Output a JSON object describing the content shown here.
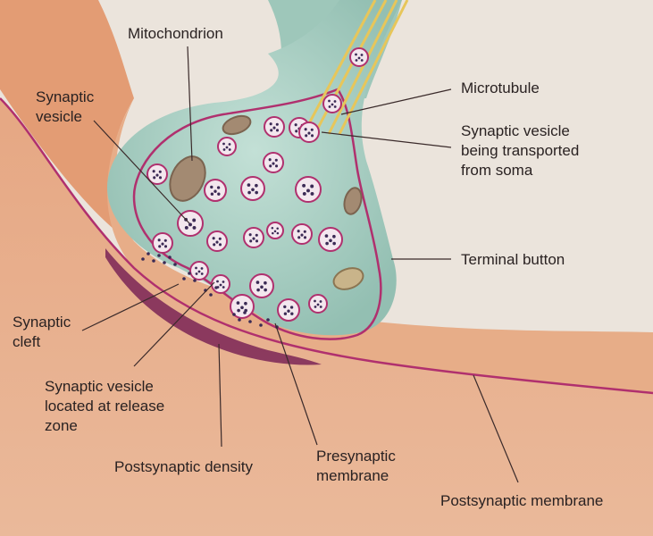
{
  "labels": {
    "mitochondrion": "Mitochondrion",
    "synaptic_vesicle": [
      "Synaptic",
      "vesicle"
    ],
    "microtubule": "Microtubule",
    "vesicle_transported": [
      "Synaptic vesicle",
      "being transported",
      "from soma"
    ],
    "terminal_button": "Terminal button",
    "synaptic_cleft": [
      "Synaptic",
      "cleft"
    ],
    "vesicle_release_zone": [
      "Synaptic vesicle",
      "located at release",
      "zone"
    ],
    "postsynaptic_density": "Postsynaptic density",
    "presynaptic_membrane": [
      "Presynaptic",
      "membrane"
    ],
    "postsynaptic_membrane": "Postsynaptic membrane"
  },
  "colors": {
    "page_background": "#e8e0d6",
    "postsynaptic_tissue": "#e3a27d",
    "terminal_cytoplasm": "#a9cfc3",
    "membrane_magenta": "#b0306e",
    "postsynaptic_density": "#7a2456",
    "microtubule": "#e7c65a",
    "mitochondrion": "#a38a72",
    "label_text": "#2a2222",
    "leader_line": "#3a2a2a"
  },
  "icons": {
    "vesicle": "vesicle-icon",
    "mitochondrion": "mitochondrion-icon",
    "microtubule": "microtubule-icon"
  }
}
